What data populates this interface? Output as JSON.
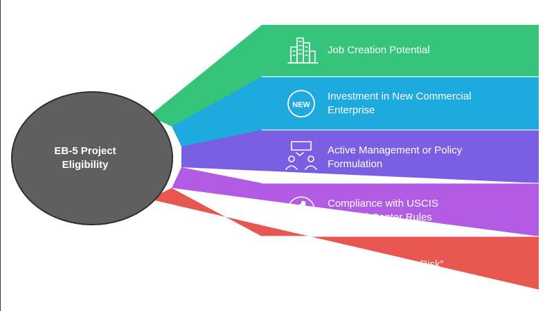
{
  "center": {
    "line1": "EB-5 Project",
    "line2": "Eligibility",
    "color": "#5f5f5f"
  },
  "items": [
    {
      "icon": "city-buildings-icon",
      "color": "#35c47a",
      "lines": [
        "Job Creation Potential"
      ]
    },
    {
      "icon": "new-badge-icon",
      "color": "#1eaadf",
      "lines": [
        "Investment in New Commercial",
        "Enterprise"
      ]
    },
    {
      "icon": "team-meeting-icon",
      "color": "#7b5fe3",
      "lines": [
        "Active Management or Policy",
        "Formulation"
      ]
    },
    {
      "icon": "network-nodes-icon",
      "color": "#b25be4",
      "lines": [
        "Compliance with USCIS",
        "Regional Center Rules"
      ]
    },
    {
      "icon": "growth-chart-icon",
      "color": "#e85650",
      "lines": [
        "Capital Must Be “At Risk”"
      ]
    }
  ]
}
